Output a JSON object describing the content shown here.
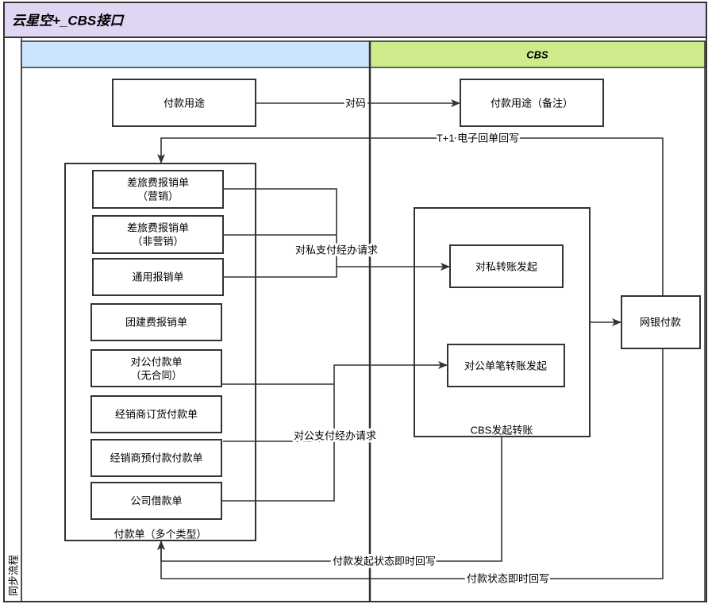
{
  "pool": {
    "title": "云星空+_CBS接口",
    "row_label": "同步流程",
    "title_color": "#e1d5f4"
  },
  "lanes": [
    {
      "color": "#cce5ff"
    },
    {
      "label": "CBS",
      "color": "#cdeb8b"
    }
  ],
  "nodes": {
    "payment_purpose": [
      "付款用途"
    ],
    "payment_purpose_note": [
      "付款用途（备注）"
    ],
    "travel_marketing": [
      "差旅费报销单",
      "（营销）"
    ],
    "travel_non_marketing": [
      "差旅费报销单",
      "（非营销）"
    ],
    "general_reimbursement": [
      "通用报销单"
    ],
    "team_building": [
      "团建费报销单"
    ],
    "corporate_payment": [
      "对公付款单",
      "（无合同）"
    ],
    "dealer_order_payment": [
      "经销商订货付款单"
    ],
    "dealer_prepayment": [
      "经销商预付款付款单"
    ],
    "company_loan": [
      "公司借款单"
    ],
    "private_transfer": [
      "对私转账发起"
    ],
    "corporate_single_transfer": [
      "对公单笔转账发起"
    ],
    "online_banking": [
      "网银付款"
    ]
  },
  "containers": {
    "payment_documents": "付款单（多个类型）",
    "cbs_transfer": "CBS发起转账"
  },
  "edges": {
    "code_mapping": "对码",
    "receipt_writeback": "T+1 电子回单回写",
    "private_request": "对私支付经办请求",
    "corporate_request": "对公支付经办请求",
    "initiation_status_writeback": "付款发起状态即时回写",
    "payment_status_writeback": "付款状态即时回写"
  }
}
